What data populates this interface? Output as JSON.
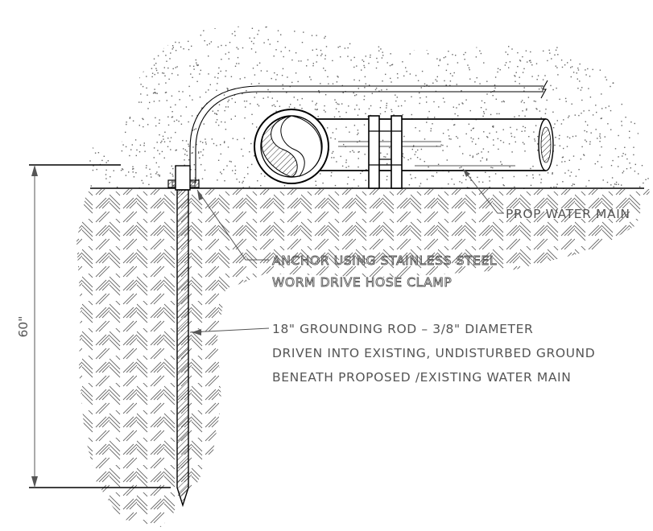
{
  "labels": {
    "prop_water_main": "PROP WATER MAIN",
    "anchor_line1": "ANCHOR USING STAINLESS STEEL",
    "anchor_line2": "WORM DRIVE HOSE CLAMP",
    "rod_line1": "18\" GROUNDING ROD – 3/8\" DIAMETER",
    "rod_line2": "DRIVEN INTO EXISTING, UNDISTURBED GROUND",
    "rod_line3": "BENEATH PROPOSED /EXISTING WATER MAIN"
  },
  "dimension": {
    "depth": "60\""
  },
  "colors": {
    "linework": "#000000",
    "annotation": "#555555",
    "hatch": "#6a6a6a"
  }
}
